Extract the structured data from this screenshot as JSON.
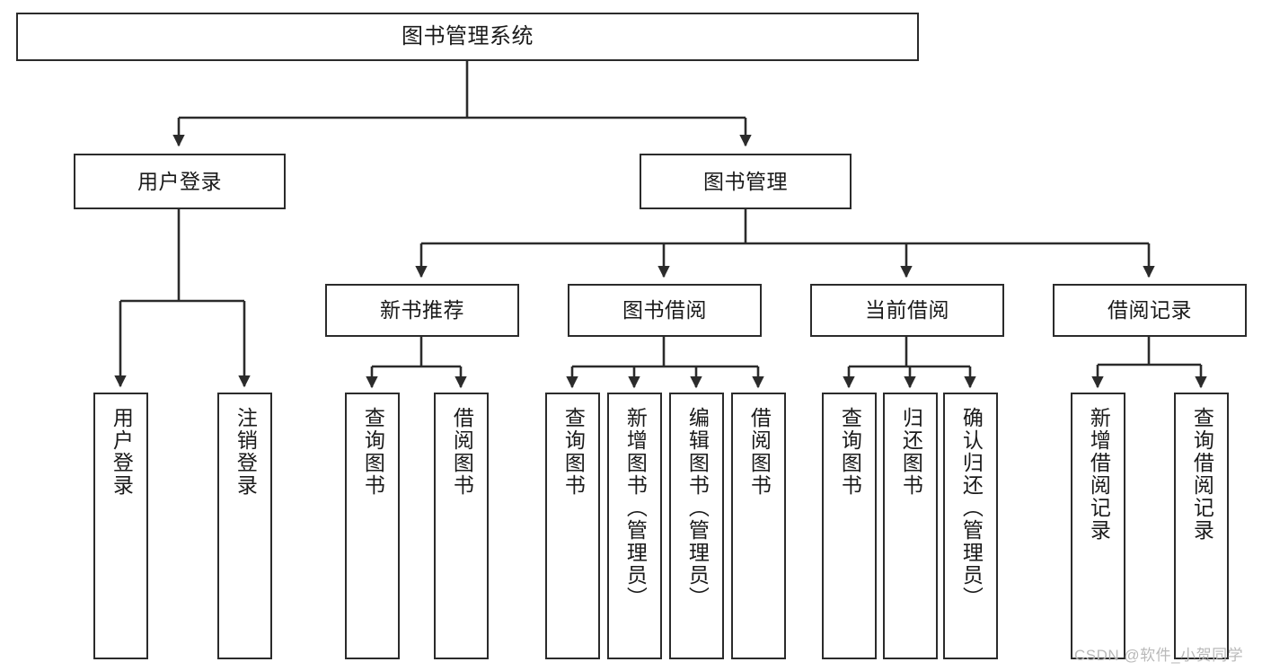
{
  "diagram": {
    "type": "tree-hierarchy",
    "title": "图书管理系统",
    "orientation": "top-down",
    "edge_color": "#2b2b2b",
    "node_border_color": "#2b2b2b",
    "node_fill_color": "#ffffff",
    "background_color": "#ffffff",
    "levels": 4
  },
  "nodes": {
    "root": {
      "label": "图书管理系统",
      "level": 1
    },
    "user_login": {
      "label": "用户登录",
      "level": 2
    },
    "book_manage": {
      "label": "图书管理",
      "level": 2
    },
    "new_book_rec": {
      "label": "新书推荐",
      "level": 3
    },
    "book_borrow": {
      "label": "图书借阅",
      "level": 3
    },
    "current_borrow": {
      "label": "当前借阅",
      "level": 3
    },
    "borrow_record": {
      "label": "借阅记录",
      "level": 3
    },
    "leaf_user_login": {
      "label": "用户登录",
      "level": 4
    },
    "leaf_logout": {
      "label": "注销登录",
      "level": 4
    },
    "leaf_query_book_1": {
      "label": "查询图书",
      "level": 4
    },
    "leaf_borrow_book_1": {
      "label": "借阅图书",
      "level": 4
    },
    "leaf_query_book_2": {
      "label": "查询图书",
      "level": 4
    },
    "leaf_add_book": {
      "label": "新增图书（管理员）",
      "level": 4
    },
    "leaf_edit_book": {
      "label": "编辑图书（管理员）",
      "level": 4
    },
    "leaf_borrow_book_2": {
      "label": "借阅图书",
      "level": 4
    },
    "leaf_query_book_3": {
      "label": "查询图书",
      "level": 4
    },
    "leaf_return_book": {
      "label": "归还图书",
      "level": 4
    },
    "leaf_confirm_return": {
      "label": "确认归还（管理员）",
      "level": 4
    },
    "leaf_add_record": {
      "label": "新增借阅记录",
      "level": 4
    },
    "leaf_query_record": {
      "label": "查询借阅记录",
      "level": 4
    }
  },
  "edges": [
    {
      "from": "root",
      "to": "user_login"
    },
    {
      "from": "root",
      "to": "book_manage"
    },
    {
      "from": "user_login",
      "to": "leaf_user_login"
    },
    {
      "from": "user_login",
      "to": "leaf_logout"
    },
    {
      "from": "book_manage",
      "to": "new_book_rec"
    },
    {
      "from": "book_manage",
      "to": "book_borrow"
    },
    {
      "from": "book_manage",
      "to": "current_borrow"
    },
    {
      "from": "book_manage",
      "to": "borrow_record"
    },
    {
      "from": "new_book_rec",
      "to": "leaf_query_book_1"
    },
    {
      "from": "new_book_rec",
      "to": "leaf_borrow_book_1"
    },
    {
      "from": "book_borrow",
      "to": "leaf_query_book_2"
    },
    {
      "from": "book_borrow",
      "to": "leaf_add_book"
    },
    {
      "from": "book_borrow",
      "to": "leaf_edit_book"
    },
    {
      "from": "book_borrow",
      "to": "leaf_borrow_book_2"
    },
    {
      "from": "current_borrow",
      "to": "leaf_query_book_3"
    },
    {
      "from": "current_borrow",
      "to": "leaf_return_book"
    },
    {
      "from": "current_borrow",
      "to": "leaf_confirm_return"
    },
    {
      "from": "borrow_record",
      "to": "leaf_add_record"
    },
    {
      "from": "borrow_record",
      "to": "leaf_query_record"
    }
  ],
  "watermark": {
    "text": "CSDN @软件_小贺同学",
    "color": "#b9b9b9"
  }
}
